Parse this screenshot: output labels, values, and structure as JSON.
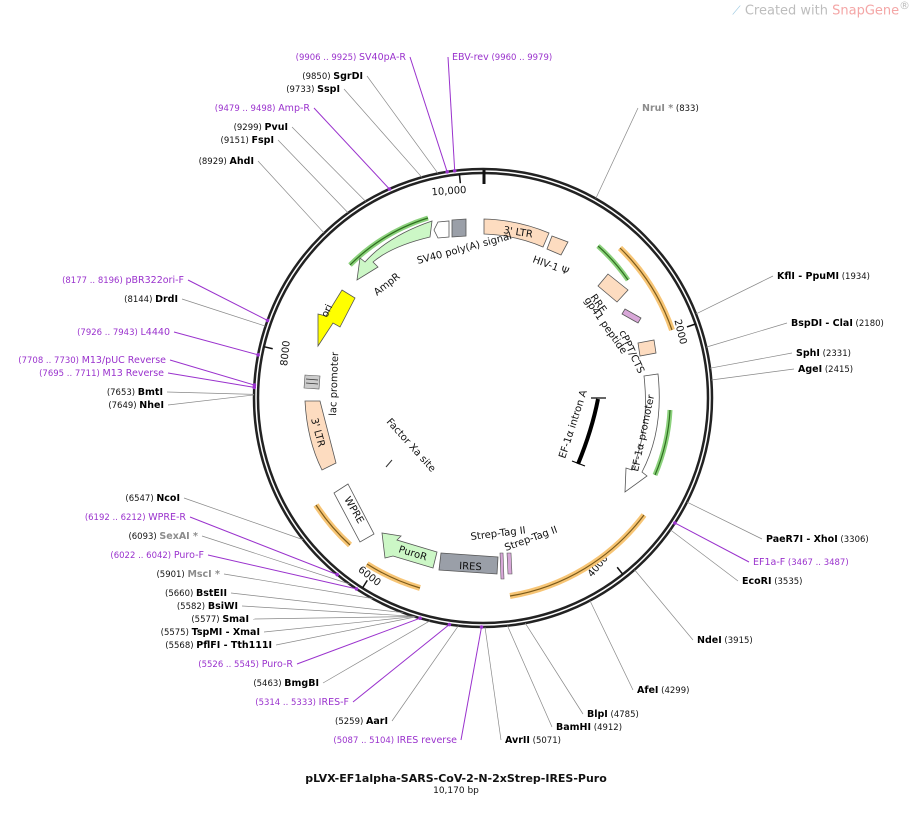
{
  "watermark": {
    "prefix": "Created with ",
    "brand": "SnapGene",
    "mark": "®"
  },
  "plasmid": {
    "name": "pLVX-EF1alpha-SARS-CoV-2-N-2xStrep-IRES-Puro",
    "size_text": "10,170 bp",
    "length": 10170
  },
  "ticks": [
    {
      "pos": 2000,
      "label": "2000"
    },
    {
      "pos": 4000,
      "label": "4000"
    },
    {
      "pos": 6000,
      "label": "6000"
    },
    {
      "pos": 8000,
      "label": "8000"
    },
    {
      "pos": 10000,
      "label": "10,000"
    }
  ],
  "colors": {
    "enzyme": "#000000",
    "primer": "#9a32cd",
    "nonunique": "#8c8c8c",
    "ltr": "#fddcc0",
    "hiv_psi": "#fddcc0",
    "ampr": "#ccf7c6",
    "ori": "#ffff00",
    "sv40": "#9a9fa8",
    "puror": "#ccf7c6",
    "ires": "#9a9fa8",
    "orf_highlight": "#f7c575"
  },
  "features_legend": [
    {
      "name": "3' LTR (upper)",
      "label": "3' LTR"
    },
    {
      "name": "HIV-1 psi",
      "label": "HIV-1 Ψ"
    },
    {
      "name": "RRE",
      "label": "RRE"
    },
    {
      "name": "gp41 peptide",
      "label": "gp41 peptide"
    },
    {
      "name": "cPPT/CTS",
      "label": "cPPT/CTS"
    },
    {
      "name": "EF-1a promoter",
      "label": "EF-1α promoter"
    },
    {
      "name": "EF-1a intron A",
      "label": "EF-1α intron A"
    },
    {
      "name": "Strep-Tag II 1",
      "label": "Strep-Tag II"
    },
    {
      "name": "Strep-Tag II 2",
      "label": "Strep-Tag II"
    },
    {
      "name": "IRES",
      "label": "IRES"
    },
    {
      "name": "PuroR",
      "label": "PuroR"
    },
    {
      "name": "WPRE",
      "label": "WPRE"
    },
    {
      "name": "Factor Xa site",
      "label": "Factor Xa site"
    },
    {
      "name": "3' LTR (lower)",
      "label": "3' LTR"
    },
    {
      "name": "lac promoter",
      "label": "lac promoter"
    },
    {
      "name": "ori",
      "label": "ori"
    },
    {
      "name": "AmpR",
      "label": "AmpR"
    },
    {
      "name": "SV40 poly(A) signal",
      "label": "SV40 poly(A) signal"
    }
  ],
  "sites": [
    {
      "id": "sv40pa-r",
      "name": "SV40pA-R",
      "range": "(9906 .. 9925)",
      "kind": "primer"
    },
    {
      "id": "ebv-rev",
      "name": "EBV-rev",
      "range": "(9960 .. 9979)",
      "kind": "primer"
    },
    {
      "id": "sgrdi",
      "name": "SgrDI",
      "range": "(9850)",
      "kind": "enzyme"
    },
    {
      "id": "sspi",
      "name": "SspI",
      "range": "(9733)",
      "kind": "enzyme"
    },
    {
      "id": "amp-r",
      "name": "Amp-R",
      "range": "(9479 .. 9498)",
      "kind": "primer"
    },
    {
      "id": "pvui",
      "name": "PvuI",
      "range": "(9299)",
      "kind": "enzyme"
    },
    {
      "id": "fspi",
      "name": "FspI",
      "range": "(9151)",
      "kind": "enzyme"
    },
    {
      "id": "ahdi",
      "name": "AhdI",
      "range": "(8929)",
      "kind": "enzyme"
    },
    {
      "id": "pbr322ori-f",
      "name": "pBR322ori-F",
      "range": "(8177 .. 8196)",
      "kind": "primer"
    },
    {
      "id": "drdi",
      "name": "DrdI",
      "range": "(8144)",
      "kind": "enzyme"
    },
    {
      "id": "l4440",
      "name": "L4440",
      "range": "(7926 .. 7943)",
      "kind": "primer"
    },
    {
      "id": "m13puc-rev",
      "name": "M13/pUC Reverse",
      "range": "(7708 .. 7730)",
      "kind": "primer"
    },
    {
      "id": "m13-rev",
      "name": "M13 Reverse",
      "range": "(7695 .. 7711)",
      "kind": "primer"
    },
    {
      "id": "bmti",
      "name": "BmtI",
      "range": "(7653)",
      "kind": "enzyme"
    },
    {
      "id": "nhei",
      "name": "NheI",
      "range": "(7649)",
      "kind": "enzyme"
    },
    {
      "id": "ncoi",
      "name": "NcoI",
      "range": "(6547)",
      "kind": "enzyme"
    },
    {
      "id": "wpre-r",
      "name": "WPRE-R",
      "range": "(6192 .. 6212)",
      "kind": "primer"
    },
    {
      "id": "sexai",
      "name": "SexAI *",
      "range": "(6093)",
      "kind": "nonunique"
    },
    {
      "id": "puro-f",
      "name": "Puro-F",
      "range": "(6022 .. 6042)",
      "kind": "primer"
    },
    {
      "id": "msci",
      "name": "MscI *",
      "range": "(5901)",
      "kind": "nonunique"
    },
    {
      "id": "bsteii",
      "name": "BstEII",
      "range": "(5660)",
      "kind": "enzyme"
    },
    {
      "id": "bsiwi",
      "name": "BsiWI",
      "range": "(5582)",
      "kind": "enzyme"
    },
    {
      "id": "smai",
      "name": "SmaI",
      "range": "(5577)",
      "kind": "enzyme"
    },
    {
      "id": "tspmi",
      "name": "TspMI - XmaI",
      "range": "(5575)",
      "kind": "enzyme"
    },
    {
      "id": "pflfi",
      "name": "PflFI - Tth111I",
      "range": "(5568)",
      "kind": "enzyme"
    },
    {
      "id": "puro-r",
      "name": "Puro-R",
      "range": "(5526 .. 5545)",
      "kind": "primer"
    },
    {
      "id": "bmgbi",
      "name": "BmgBI",
      "range": "(5463)",
      "kind": "enzyme"
    },
    {
      "id": "ires-f",
      "name": "IRES-F",
      "range": "(5314 .. 5333)",
      "kind": "primer"
    },
    {
      "id": "aari",
      "name": "AarI",
      "range": "(5259)",
      "kind": "enzyme"
    },
    {
      "id": "ires-reverse",
      "name": "IRES reverse",
      "range": "(5087 .. 5104)",
      "kind": "primer"
    },
    {
      "id": "avrii",
      "name": "AvrII",
      "range": "(5071)",
      "kind": "enzyme"
    },
    {
      "id": "bamhi",
      "name": "BamHI",
      "range": "(4912)",
      "kind": "enzyme"
    },
    {
      "id": "blpi",
      "name": "BlpI",
      "range": "(4785)",
      "kind": "enzyme"
    },
    {
      "id": "afei",
      "name": "AfeI",
      "range": "(4299)",
      "kind": "enzyme"
    },
    {
      "id": "ndei",
      "name": "NdeI",
      "range": "(3915)",
      "kind": "enzyme"
    },
    {
      "id": "ecori",
      "name": "EcoRI",
      "range": "(3535)",
      "kind": "enzyme"
    },
    {
      "id": "ef1a-f",
      "name": "EF1a-F",
      "range": "(3467 .. 3487)",
      "kind": "primer"
    },
    {
      "id": "paer7i",
      "name": "PaeR7I - XhoI",
      "range": "(3306)",
      "kind": "enzyme"
    },
    {
      "id": "agei",
      "name": "AgeI",
      "range": "(2415)",
      "kind": "enzyme"
    },
    {
      "id": "sphi",
      "name": "SphI",
      "range": "(2331)",
      "kind": "enzyme"
    },
    {
      "id": "bspdi",
      "name": "BspDI - ClaI",
      "range": "(2180)",
      "kind": "enzyme"
    },
    {
      "id": "kfli",
      "name": "KflI - PpuMI",
      "range": "(1934)",
      "kind": "enzyme"
    },
    {
      "id": "nrui",
      "name": "NruI *",
      "range": "(833)",
      "kind": "nonunique"
    }
  ]
}
